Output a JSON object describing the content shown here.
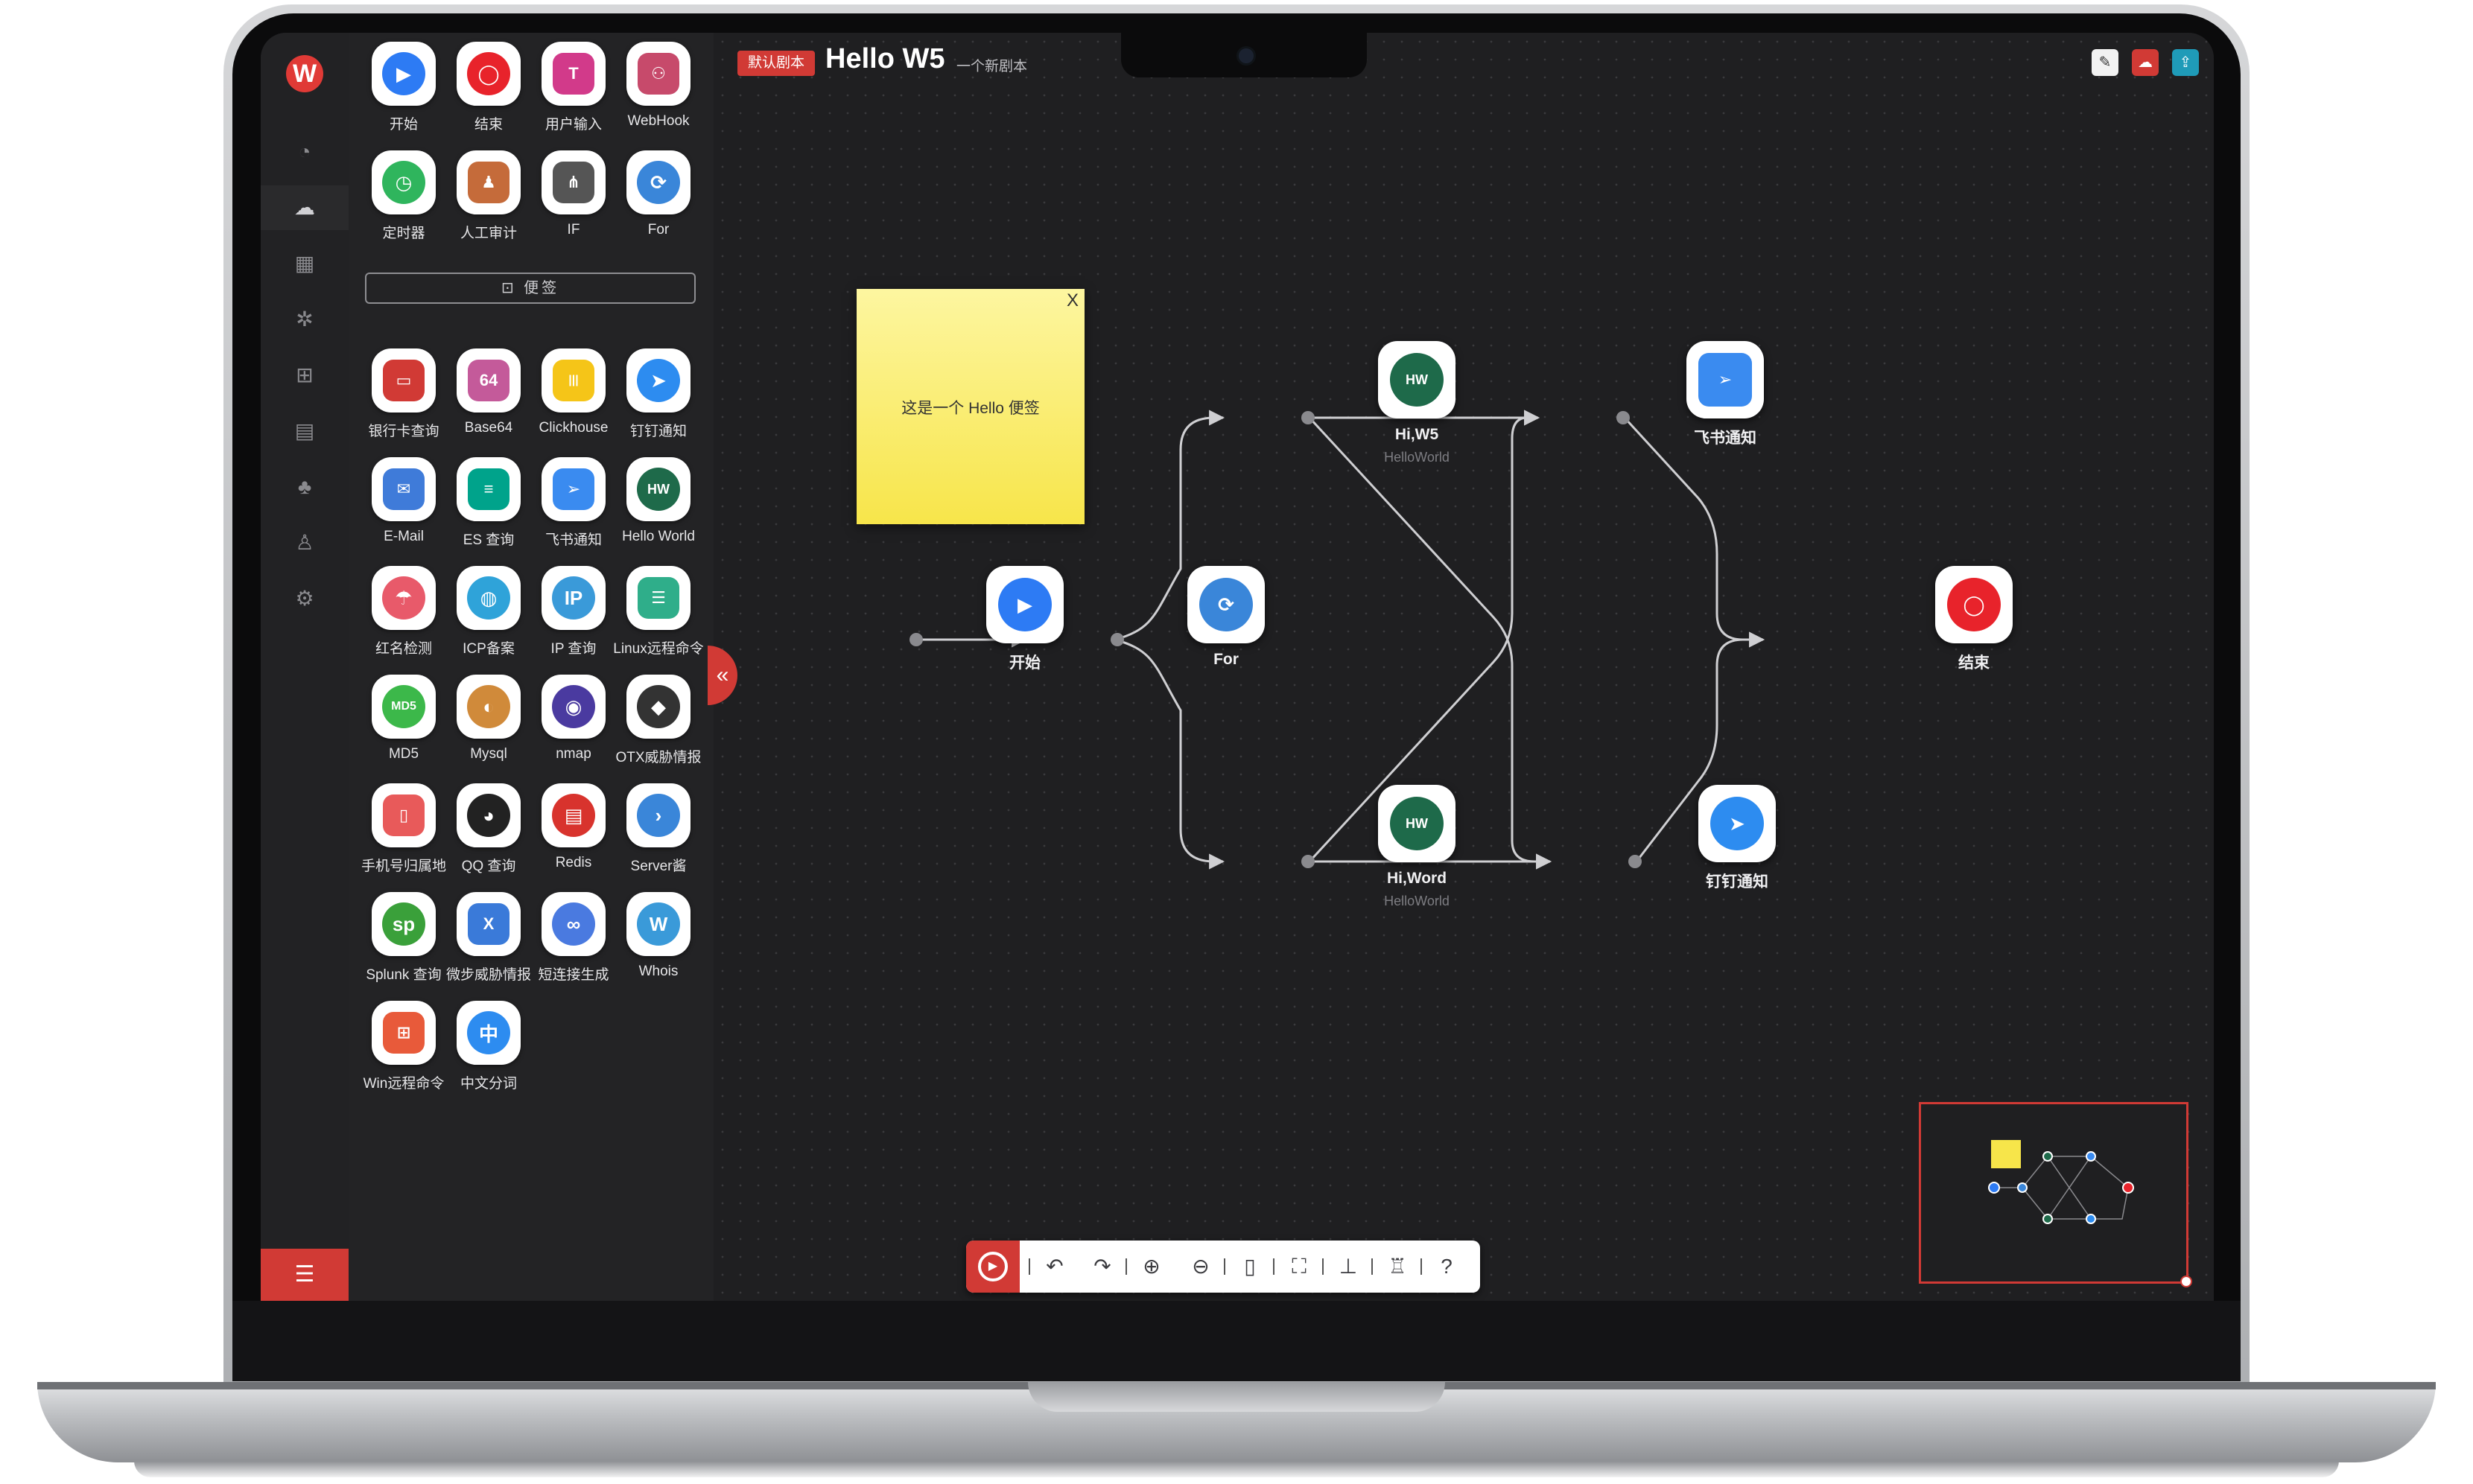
{
  "header": {
    "badge": "默认剧本",
    "title": "Hello W5",
    "subtitle": "一个新剧本"
  },
  "palette": {
    "note_button": "便签",
    "items": [
      {
        "label": "开始",
        "icon": "play-icon",
        "color": "#2d7bf4"
      },
      {
        "label": "结束",
        "icon": "stop-icon",
        "color": "#e8232b"
      },
      {
        "label": "用户输入",
        "icon": "user-input-icon",
        "color": "#d23a8a"
      },
      {
        "label": "WebHook",
        "icon": "webhook-icon",
        "color": "#c74a6b"
      },
      {
        "label": "定时器",
        "icon": "clock-icon",
        "color": "#2fb55d"
      },
      {
        "label": "人工审计",
        "icon": "stamp-icon",
        "color": "#c56b3a"
      },
      {
        "label": "IF",
        "icon": "branch-icon",
        "color": "#555555"
      },
      {
        "label": "For",
        "icon": "loop-icon",
        "color": "#3a86d9"
      },
      {
        "label": "银行卡查询",
        "icon": "bank-card-icon",
        "color": "#d13a35"
      },
      {
        "label": "Base64",
        "icon": "base64-icon",
        "color": "#c45a9a"
      },
      {
        "label": "Clickhouse",
        "icon": "clickhouse-icon",
        "color": "#f5c518"
      },
      {
        "label": "钉钉通知",
        "icon": "dingtalk-icon",
        "color": "#2d8cf0"
      },
      {
        "label": "E-Mail",
        "icon": "email-icon",
        "color": "#3f7bd9"
      },
      {
        "label": "ES 查询",
        "icon": "elasticsearch-icon",
        "color": "#00a38b"
      },
      {
        "label": "飞书通知",
        "icon": "feishu-icon",
        "color": "#3a8bf0"
      },
      {
        "label": "Hello World",
        "icon": "hello-world-icon",
        "color": "#1e6a4a"
      },
      {
        "label": "红名检测",
        "icon": "umbrella-icon",
        "color": "#e85a6a"
      },
      {
        "label": "ICP备案",
        "icon": "globe-icon",
        "color": "#2fa3d9"
      },
      {
        "label": "IP 查询",
        "icon": "ip-icon",
        "color": "#3a9ad9"
      },
      {
        "label": "Linux远程命令",
        "icon": "server-icon",
        "color": "#2fae8a"
      },
      {
        "label": "MD5",
        "icon": "md5-icon",
        "color": "#3cb84a"
      },
      {
        "label": "Mysql",
        "icon": "mysql-icon",
        "color": "#d08a3a"
      },
      {
        "label": "nmap",
        "icon": "eye-icon",
        "color": "#4a3aa0"
      },
      {
        "label": "OTX威胁情报",
        "icon": "alien-icon",
        "color": "#333333"
      },
      {
        "label": "手机号归属地",
        "icon": "phone-icon",
        "color": "#e85a5a"
      },
      {
        "label": "QQ 查询",
        "icon": "qq-icon",
        "color": "#222222"
      },
      {
        "label": "Redis",
        "icon": "redis-icon",
        "color": "#d8332d"
      },
      {
        "label": "Server酱",
        "icon": "chevron-right-icon",
        "color": "#3a86d9"
      },
      {
        "label": "Splunk 查询",
        "icon": "splunk-icon",
        "color": "#3aa03a"
      },
      {
        "label": "微步威胁情报",
        "icon": "x-icon",
        "color": "#3a7ad9"
      },
      {
        "label": "短连接生成",
        "icon": "link-icon",
        "color": "#4a7ae0"
      },
      {
        "label": "Whois",
        "icon": "whois-icon",
        "color": "#3a9ad9"
      },
      {
        "label": "Win远程命令",
        "icon": "windows-icon",
        "color": "#e85a3a"
      },
      {
        "label": "中文分词",
        "icon": "chinese-icon",
        "color": "#2d8cf0"
      }
    ]
  },
  "sticky_note": {
    "text": "这是一个 Hello 便签",
    "close_label": "X"
  },
  "flow": {
    "nodes": [
      {
        "id": "start",
        "label": "开始",
        "sub": "",
        "icon": "play-icon",
        "color": "#2d7bf4"
      },
      {
        "id": "for",
        "label": "For",
        "sub": "",
        "icon": "loop-icon",
        "color": "#3a86d9"
      },
      {
        "id": "hiw5",
        "label": "Hi,W5",
        "sub": "HelloWorld",
        "icon": "hello-world-icon",
        "color": "#1e6a4a"
      },
      {
        "id": "hiword",
        "label": "Hi,Word",
        "sub": "HelloWorld",
        "icon": "hello-world-icon",
        "color": "#1e6a4a"
      },
      {
        "id": "feishu",
        "label": "飞书通知",
        "sub": "",
        "icon": "feishu-icon",
        "color": "#3a8bf0"
      },
      {
        "id": "dingtalk",
        "label": "钉钉通知",
        "sub": "",
        "icon": "dingtalk-icon",
        "color": "#2d8cf0"
      },
      {
        "id": "end",
        "label": "结束",
        "sub": "",
        "icon": "stop-icon",
        "color": "#e8232b"
      }
    ]
  },
  "toolbar": {
    "items": [
      "run-icon",
      "undo-icon",
      "redo-icon",
      "zoom-in-icon",
      "zoom-out-icon",
      "fit-view-icon",
      "actual-size-icon",
      "auto-layout-icon",
      "theme-icon",
      "help-icon"
    ]
  },
  "nav": {
    "items": [
      "dashboard-icon",
      "workflow-icon",
      "apps-icon",
      "bug-icon",
      "grid-icon",
      "report-icon",
      "org-icon",
      "user-icon",
      "settings-icon"
    ]
  },
  "colors": {
    "accent": "#d13a35",
    "canvas_bg": "#1f1f21",
    "panel_bg": "#232325"
  }
}
